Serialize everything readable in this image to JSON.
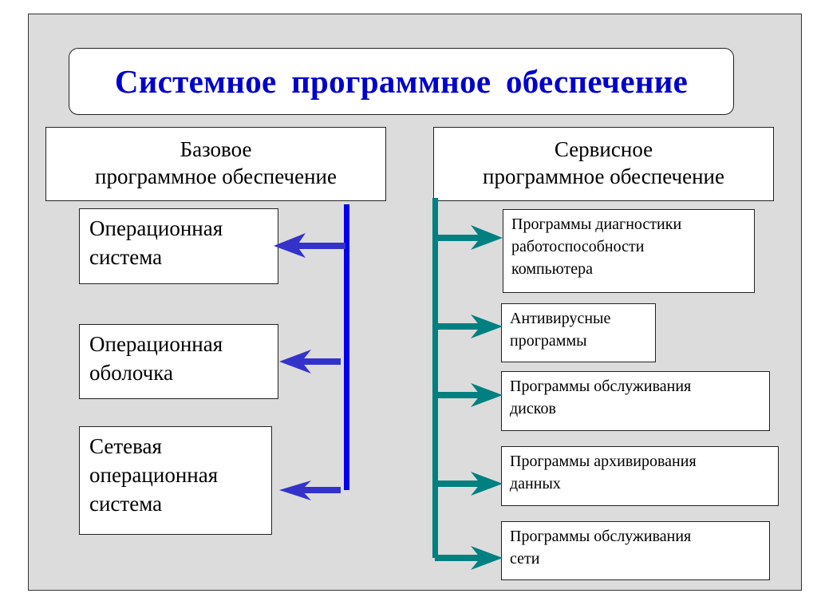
{
  "title": "Системное  программное  обеспечение",
  "colors": {
    "title": "#0000cc",
    "left_connector": "#0000ee",
    "left_arrow": "#3333cc",
    "right_connector": "#008080",
    "background": "#dcdcdc"
  },
  "left_branch": {
    "header": [
      "Базовое",
      "программное обеспечение"
    ],
    "items": [
      {
        "lines": [
          "Операционная",
          "система"
        ]
      },
      {
        "lines": [
          "Операционная",
          "оболочка"
        ]
      },
      {
        "lines": [
          "Сетевая",
          "операционная",
          "система"
        ]
      }
    ]
  },
  "right_branch": {
    "header": [
      "Сервисное",
      "программное обеспечение"
    ],
    "items": [
      {
        "lines": [
          "Программы диагностики",
          "работоспособности",
          "компьютера"
        ]
      },
      {
        "lines": [
          "Антивирусные",
          "программы"
        ]
      },
      {
        "lines": [
          "Программы обслуживания",
          "дисков"
        ]
      },
      {
        "lines": [
          "Программы архивирования",
          "данных"
        ]
      },
      {
        "lines": [
          "Программы обслуживания",
          "сети"
        ]
      }
    ]
  }
}
